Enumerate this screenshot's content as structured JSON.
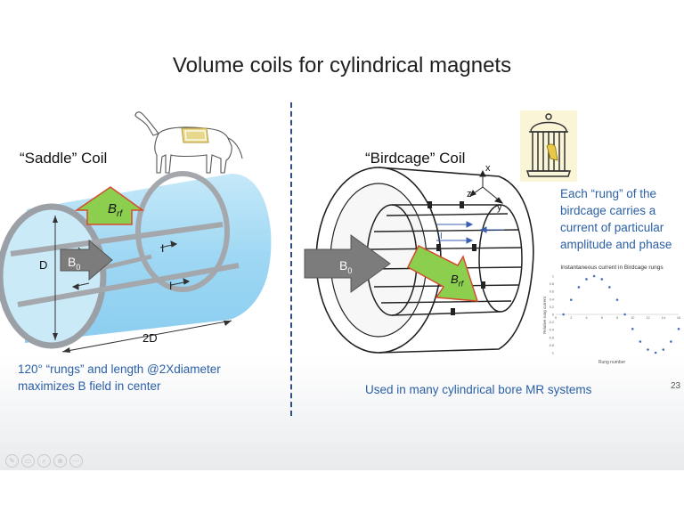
{
  "slide": {
    "title": "Volume coils for cylindrical magnets",
    "page_number": "23"
  },
  "left": {
    "heading": "“Saddle” Coil",
    "b_rf": "B",
    "b_rf_sub": "rf",
    "b0": "B",
    "b0_sub": "0",
    "dim_d": "D",
    "dim_2d": "2D",
    "current_label": "I",
    "caption_line1": "120° “rungs” and length @2Xdiameter",
    "caption_line2": "maximizes  B field in center"
  },
  "right": {
    "heading": "“Birdcage” Coil",
    "b0": "B",
    "b0_sub": "0",
    "b_rf": "B",
    "b_rf_sub": "rf",
    "axis_x": "x",
    "axis_y": "y",
    "axis_z": "z",
    "current_label": "I",
    "note_line1": "Each “rung” of the",
    "note_line2": "birdcage carries a",
    "note_line3": "current of particular",
    "note_line4": "amplitude and phase",
    "caption": "Used in many cylindrical bore MR systems"
  },
  "chart_data": {
    "type": "scatter",
    "title": "Instantaneous current in Birdcage rungs",
    "xlabel": "Rung number",
    "ylabel": "Relative rung current",
    "xlim": [
      0,
      16
    ],
    "ylim": [
      -1,
      1
    ],
    "xticks": [
      0,
      2,
      4,
      6,
      8,
      10,
      12,
      14,
      16
    ],
    "yticks": [
      "1",
      "0.8",
      "0.6",
      "0.4",
      "0.2",
      "0",
      "-0.2",
      "-0.4",
      "-0.6",
      "-0.8",
      "-1"
    ],
    "x": [
      1,
      2,
      3,
      4,
      5,
      6,
      7,
      8,
      9,
      10,
      11,
      12,
      13,
      14,
      15,
      16
    ],
    "y": [
      0.0,
      0.38,
      0.71,
      0.92,
      1.0,
      0.92,
      0.71,
      0.38,
      0.0,
      -0.38,
      -0.71,
      -0.92,
      -1.0,
      -0.92,
      -0.71,
      -0.38
    ],
    "color": "#4a6fb5"
  },
  "toolbar": {
    "icons": [
      "pen-icon",
      "screen-icon",
      "search-icon",
      "zoom-icon",
      "more-icon"
    ]
  }
}
